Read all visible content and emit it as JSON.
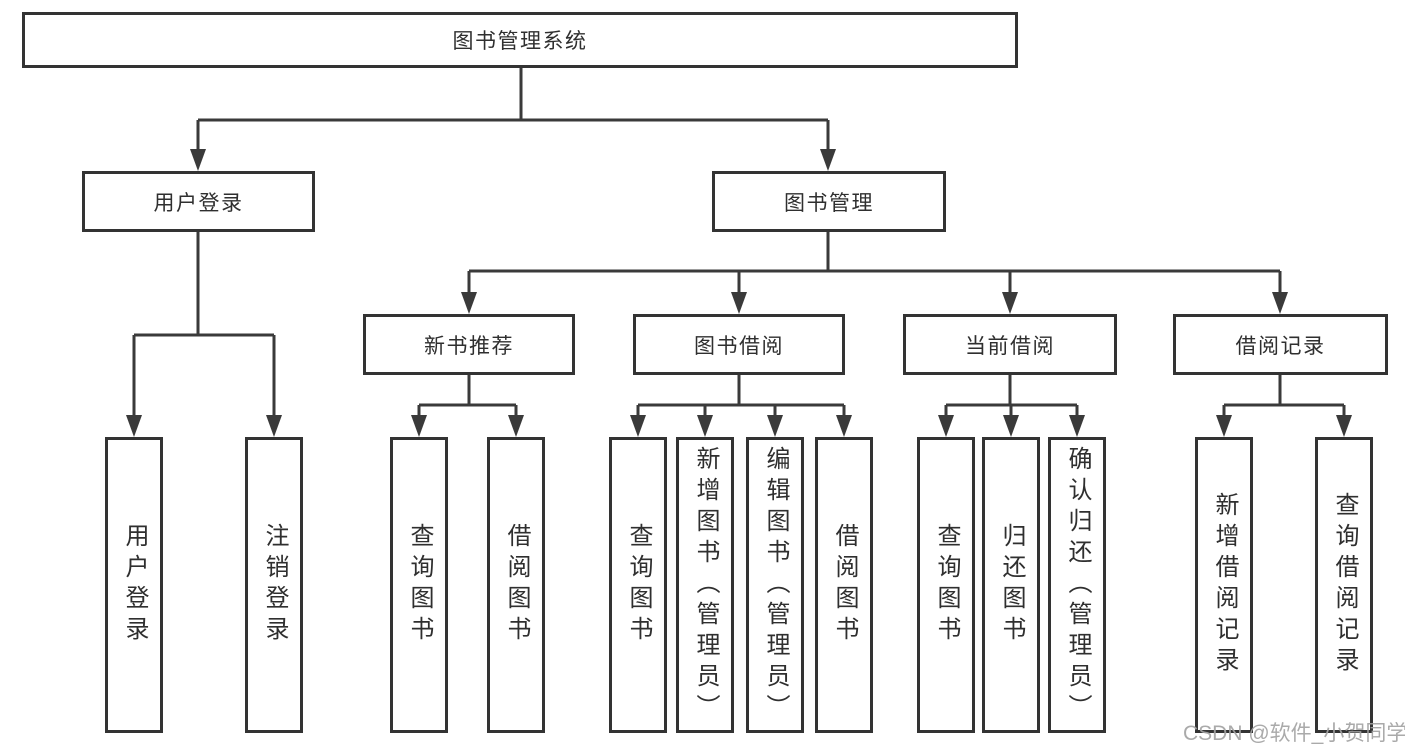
{
  "diagram": {
    "type": "tree",
    "title": "图书管理系统",
    "colors": {
      "line": "#3a3a3a",
      "box_border": "#333333",
      "box_fill": "#ffffff",
      "text": "#2f2f2f",
      "watermark": "#a3a3a3"
    },
    "root": {
      "label": "图书管理系统",
      "children": [
        {
          "label": "用户登录",
          "children": [
            {
              "label": "用户登录"
            },
            {
              "label": "注销登录"
            }
          ]
        },
        {
          "label": "图书管理",
          "children": [
            {
              "label": "新书推荐",
              "children": [
                {
                  "label": "查询图书"
                },
                {
                  "label": "借阅图书"
                }
              ]
            },
            {
              "label": "图书借阅",
              "children": [
                {
                  "label": "查询图书"
                },
                {
                  "label": "新增图书（管理员）"
                },
                {
                  "label": "编辑图书（管理员）"
                },
                {
                  "label": "借阅图书"
                }
              ]
            },
            {
              "label": "当前借阅",
              "children": [
                {
                  "label": "查询图书"
                },
                {
                  "label": "归还图书"
                },
                {
                  "label": "确认归还（管理员）"
                }
              ]
            },
            {
              "label": "借阅记录",
              "children": [
                {
                  "label": "新增借阅记录"
                },
                {
                  "label": "查询借阅记录"
                }
              ]
            }
          ]
        }
      ]
    }
  },
  "watermark": {
    "text": "CSDN @软件_小贺同学"
  }
}
